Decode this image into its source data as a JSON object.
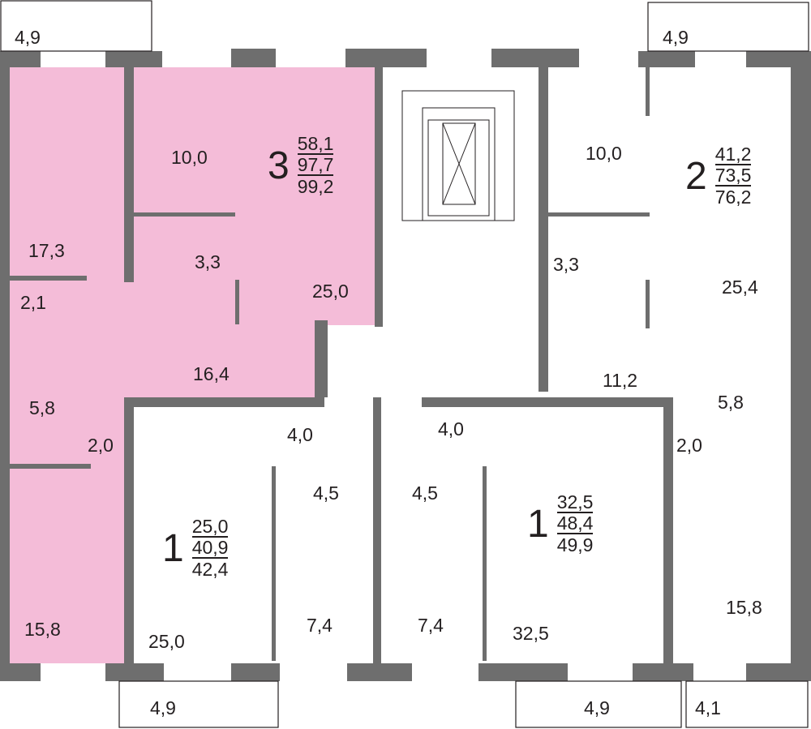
{
  "colors": {
    "wall": "#6e6e6e",
    "highlight": "#f4bcd8",
    "line": "#231f20",
    "background": "#ffffff"
  },
  "apartments": [
    {
      "id": "apt-3",
      "rooms_count": "3",
      "living_area": "58,1",
      "total_area": "97,7",
      "total_with_balcony": "99,2",
      "highlighted": true,
      "rooms": {
        "bedroom_north": "17,3",
        "kitchen": "10,0",
        "wc": "3,3",
        "living": "25,0",
        "storage": "2,1",
        "hall": "16,4",
        "bathroom": "5,8",
        "closet": "2,0",
        "bedroom_south": "15,8",
        "balcony": "4,9"
      }
    },
    {
      "id": "apt-2",
      "rooms_count": "2",
      "living_area": "41,2",
      "total_area": "73,5",
      "total_with_balcony": "76,2",
      "highlighted": false,
      "rooms": {
        "kitchen": "10,0",
        "wc": "3,3",
        "living": "25,4",
        "hall": "11,2",
        "bathroom": "5,8",
        "closet": "2,0",
        "bedroom": "15,8",
        "balcony_north": "4,9",
        "balcony_south": "4,1"
      }
    },
    {
      "id": "apt-1-left",
      "rooms_count": "1",
      "living_area": "25,0",
      "total_area": "40,9",
      "total_with_balcony": "42,4",
      "highlighted": false,
      "rooms": {
        "hall": "4,0",
        "bathroom": "4,5",
        "kitchen": "7,4",
        "living": "25,0",
        "balcony": "4,9"
      }
    },
    {
      "id": "apt-1-right",
      "rooms_count": "1",
      "living_area": "32,5",
      "total_area": "48,4",
      "total_with_balcony": "49,9",
      "highlighted": false,
      "rooms": {
        "hall": "4,0",
        "bathroom": "4,5",
        "kitchen": "7,4",
        "living": "32,5",
        "balcony": "4,9"
      }
    }
  ]
}
